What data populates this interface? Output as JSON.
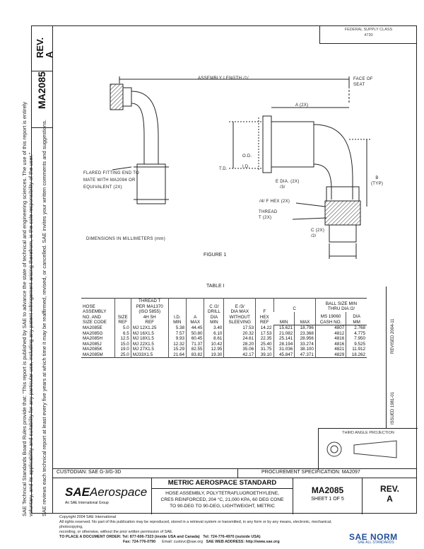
{
  "side": {
    "rev_label": "REV.",
    "rev_value": "A",
    "doc_number": "MA2085",
    "note_line1": "SAE Technical Standards Board Rules provide that: \"This report is published by SAE to advance the state of technical and engineering sciences. The use of this report is entirely",
    "note_line2": "voluntary, and its applicability and suitability for any particular use, including any patent infringement arising therefrom, is the sole responsibility of the user.\"",
    "note_line3": "SAE reviews each technical report at least every five years at which time it may be reaffirmed, revised, or cancelled. SAE invites your written comments and suggestions."
  },
  "top_box": {
    "line1": "FEDERAL SUPPLY CLASS",
    "line2": "4730"
  },
  "figure": {
    "assembly_length": "ASSEMBLY LENGTH /1/",
    "face_of_seat": [
      "FACE OF",
      "SEAT"
    ],
    "a_2x": "A (2X)",
    "od": "O.D.",
    "id": "I.D.",
    "td": "T.D.",
    "e_dia": [
      "E DIA. (2X)",
      "/3/"
    ],
    "b_typ": [
      "B",
      "(TYP)"
    ],
    "flared_note": [
      "FLARED FITTING END TO",
      "MATE WITH MA2094 OR",
      "EQUIVALENT (2X)"
    ],
    "f_hex": "/4/ F HEX (2X)",
    "thread": [
      "THREAD",
      "T (2X)"
    ],
    "c_2x": [
      "C (2X)",
      "/2/"
    ],
    "dimensions_note": "DIMENSIONS IN MILLIMETERS (mm)",
    "caption": "FIGURE 1"
  },
  "table": {
    "caption": "TABLE I",
    "headers": {
      "hose": [
        "HOSE",
        "ASSEMBLY",
        "NO. AND",
        "SIZE CODE"
      ],
      "size": [
        "SIZE",
        "REF"
      ],
      "thread": [
        "THREAD T",
        "PER MA1370",
        "(ISO 5855)",
        "4H 5H",
        "REF"
      ],
      "id": [
        "I.D.",
        "MIN"
      ],
      "a": [
        "A",
        "MAX"
      ],
      "c": [
        "C /2/",
        "DRILL",
        "DIA",
        "MIN"
      ],
      "e": [
        "E /3/",
        "DIA MAX",
        "WITHOUT",
        "SLEEVING"
      ],
      "f": [
        "F",
        "HEX",
        "REF"
      ],
      "c2": "C",
      "c2min": "MIN",
      "c2max": "MAX",
      "ball": [
        "BALL SIZE MIN",
        "THRU DIA /2/"
      ],
      "ms": [
        "MS 19060",
        "CASH NO."
      ],
      "dia": [
        "DIA",
        "MM"
      ]
    },
    "rows": [
      [
        "MA2085E",
        "5.0",
        "MJ 12X1.25",
        "5.38",
        "44.45",
        "3.40",
        "17.53",
        "14.22",
        "15.621",
        "18.796",
        "4807",
        "2.768"
      ],
      [
        "MA2085G",
        "6.5",
        "MJ 16X1.5",
        "7.57",
        "50.80",
        "6.10",
        "20.32",
        "17.53",
        "21.082",
        "23.368",
        "4812",
        "4.775"
      ],
      [
        "MA2085H",
        "12.5",
        "MJ 18X1.5",
        "9.93",
        "60.45",
        "8.61",
        "24.61",
        "22.35",
        "25.141",
        "28.956",
        "4816",
        "7.950"
      ],
      [
        "MA2085J",
        "15.0",
        "MJ 22X1.5",
        "12.32",
        "71.37",
        "10.42",
        "28.20",
        "25.40",
        "28.194",
        "33.274",
        "4816",
        "9.525"
      ],
      [
        "MA2085K",
        "19.0",
        "MJ 27X1.5",
        "15.29",
        "82.55",
        "12.95",
        "35.06",
        "31.75",
        "31.036",
        "38.100",
        "4821",
        "11.912"
      ],
      [
        "MA2085M",
        "25.0",
        "MJ33X1.5",
        "21.64",
        "83.82",
        "19.30",
        "42.17",
        "39.10",
        "45.847",
        "47.371",
        "4829",
        "18.262"
      ]
    ]
  },
  "right_strip": {
    "issued": "ISSUED 1981-01",
    "revised": "REVISED 2004-11"
  },
  "projection": {
    "label": "THIRD ANGLE PROJECTION"
  },
  "custodian": {
    "left": "CUSTODIAN: SAE G-3/G-3D",
    "right": "PROCUREMENT SPECIFICATION: MA2097"
  },
  "title_block": {
    "logo_main": "SAE",
    "logo_sub": "Aerospace",
    "logo_tag": "An SAE International Group",
    "std_title": "METRIC AEROSPACE STANDARD",
    "desc": [
      "HOSE ASSEMBLY, POLYTETRAFLUOROETHYLENE,",
      "CRES REINFORCED, 204 °C, 21,000 KPA, 60 DEG CONE",
      "TO 90-DEG TO 90-DEG, LIGHTWEIGHT, METRIC"
    ],
    "number": "MA2085",
    "sheet": "SHEET 1 OF 5",
    "rev_label": "REV.",
    "rev_value": "A"
  },
  "footer": {
    "line1": "Copyright 2004 SAE International",
    "line2": "All rights reserved. No part of this publication may be reproduced, stored in a retrieval system or transmitted, in any form or by any means, electronic, mechanical, photocopying,",
    "line3": "recording, or otherwise, without the prior written permission of SAE.",
    "line4a": "TO PLACE A DOCUMENT ORDER:",
    "line4b": "Tel: 877-606-7323 (inside USA and Canada)",
    "line4c": "Tel: 724-776-4970 (outside USA)",
    "line5a": "Fax: 724-776-0790",
    "line5b": "Email: custsvc@sae.org",
    "line5c": "SAE WEB ADDRESS: http://www.sae.org"
  },
  "watermark": {
    "text": "SAE NORM",
    "sub": "SAE ALL STANDARDS"
  }
}
